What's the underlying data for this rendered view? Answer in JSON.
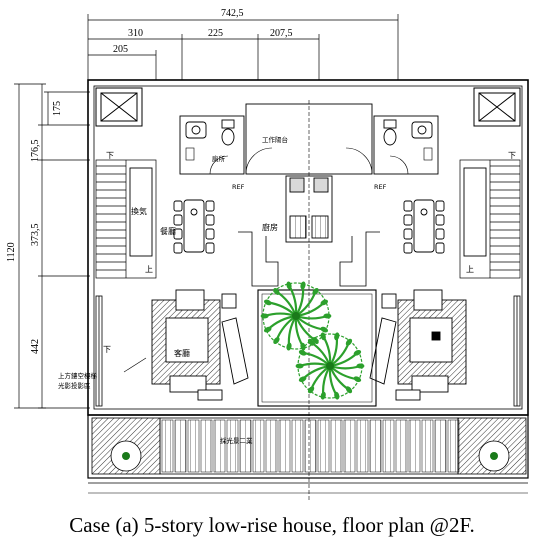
{
  "caption": "Case (a) 5-story low-rise house, floor plan @2F.",
  "dimensions": {
    "overall_width": "742,5",
    "width_segments": [
      "205",
      "310",
      "225",
      "207,5"
    ],
    "overall_height": "1120",
    "height_segments": [
      "175",
      "176,5",
      "373,5",
      "442"
    ]
  },
  "room_labels": {
    "work_balcony": "工作陽台",
    "kitchen": "廚房",
    "bathroom": "廁所",
    "dining": "餐廳",
    "living": "客廳",
    "storage": "換気",
    "landscape": "採光景二業",
    "ref_left": "REF",
    "ref_right": "REF",
    "stair_down_left": "下",
    "stair_down_right": "下",
    "stair_up_left": "上",
    "stair_up_right": "上",
    "void_mark": "下",
    "annotation_1": "上方鏤空樓梯",
    "annotation_2": "光影投影區"
  },
  "colors": {
    "line": "#000000",
    "tree": "#2ca02c",
    "tree_dark": "#1a7a1a",
    "background": "#ffffff"
  }
}
